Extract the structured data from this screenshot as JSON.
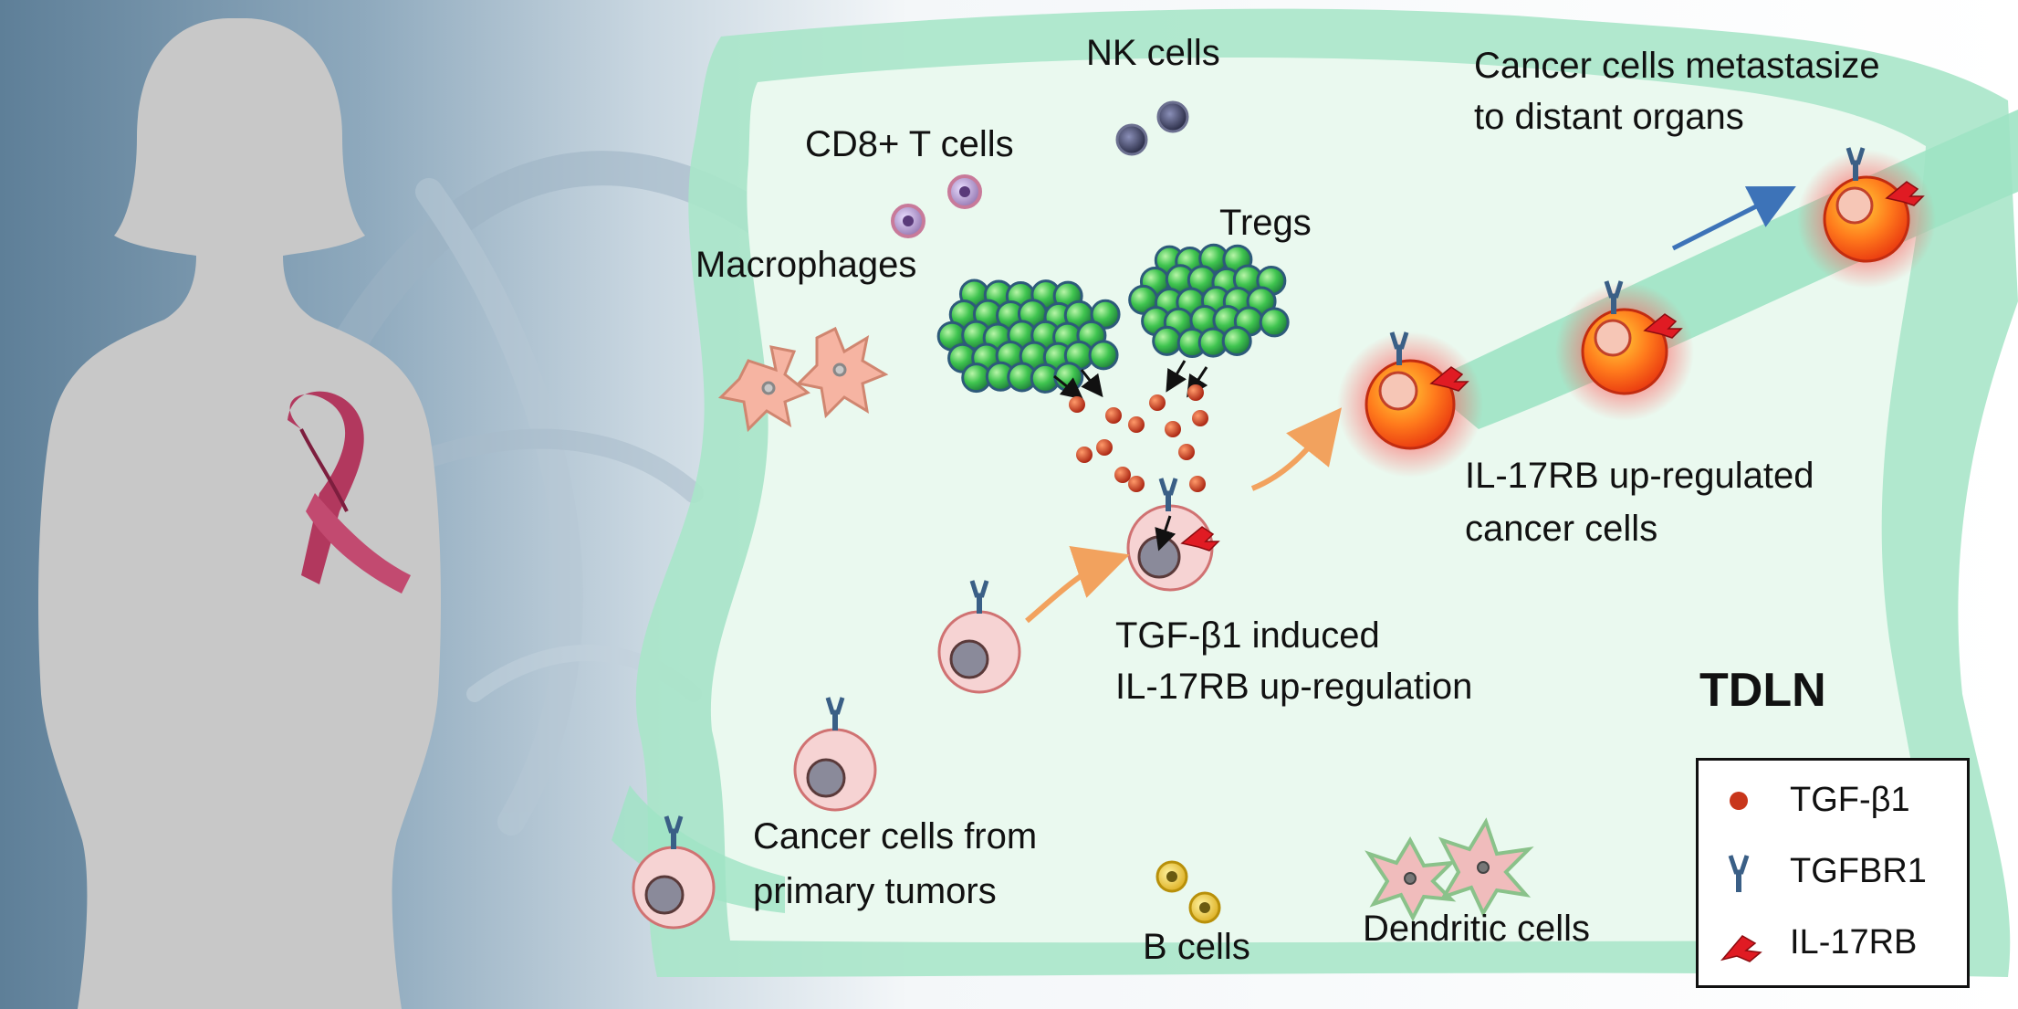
{
  "labels": {
    "nk_cells": "NK cells",
    "cd8_t_cells": "CD8+ T cells",
    "macrophages": "Macrophages",
    "tregs": "Tregs",
    "metastasis_line1": "Cancer cells metastasize",
    "metastasis_line2": "to distant organs",
    "upregulated_line1": "IL-17RB up-regulated",
    "upregulated_line2": "cancer cells",
    "induction_line1": "TGF-β1 induced",
    "induction_line2": "IL-17RB up-regulation",
    "tdln": "TDLN",
    "primary_line1": "Cancer cells from",
    "primary_line2": "primary tumors",
    "b_cells": "B cells",
    "dendritic_cells": "Dendritic cells"
  },
  "legend": [
    {
      "icon": "tgf-beta1-dot-icon",
      "label": "TGF-β1"
    },
    {
      "icon": "tgfbr1-receptor-icon",
      "label": "TGFBR1"
    },
    {
      "icon": "il17rb-receptor-icon",
      "label": "IL-17RB"
    }
  ],
  "colors": {
    "lymph_node_outer": "#9fe3c4",
    "lymph_node_inner": "#e9f9ee",
    "cancer_cell": "#f6d3d3",
    "upregulated_cell": "#ff4a1a",
    "treg_cell": "#3fc44f",
    "tgf_beta1": "#c8361b",
    "tgfbr1": "#3a5f86",
    "il17rb": "#e01b23",
    "arrow_orange": "#f2a25e",
    "arrow_blue": "#3d73b8",
    "ribbon": "#b2385e",
    "silhouette": "#c8c8c8"
  }
}
